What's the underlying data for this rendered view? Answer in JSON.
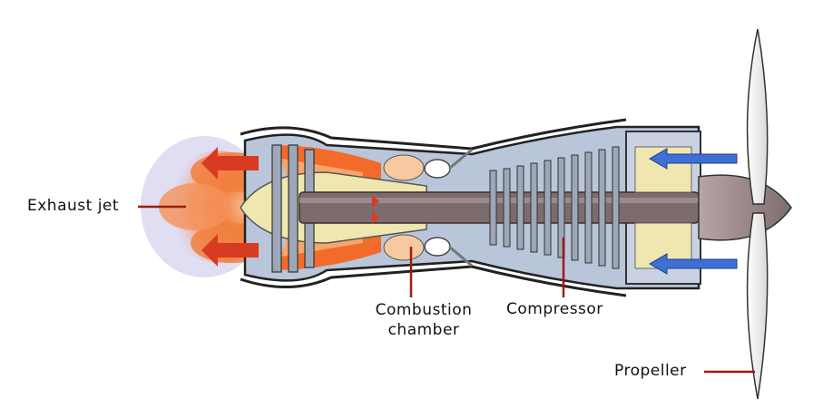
{
  "diagram": {
    "labels": {
      "exhaust_jet": "Exhaust jet",
      "combustion_chamber_line1": "Combustion",
      "combustion_chamber_line2": "chamber",
      "compressor": "Compressor",
      "propeller": "Propeller"
    },
    "colors": {
      "casing_fill": "#b9c6d9",
      "casing_outline": "#222222",
      "shaft": "#7d6b6e",
      "cone": "#efe6b0",
      "flame": "#f26b2a",
      "flame_light": "#f7a66b",
      "exhaust_blue": "#b8b6e6",
      "arrow_red": "#d93a22",
      "arrow_blue": "#3f6fd6",
      "leader_line": "#9c1c10",
      "propeller_fill": "#f2f2f2",
      "hub": "#9b8786"
    }
  }
}
